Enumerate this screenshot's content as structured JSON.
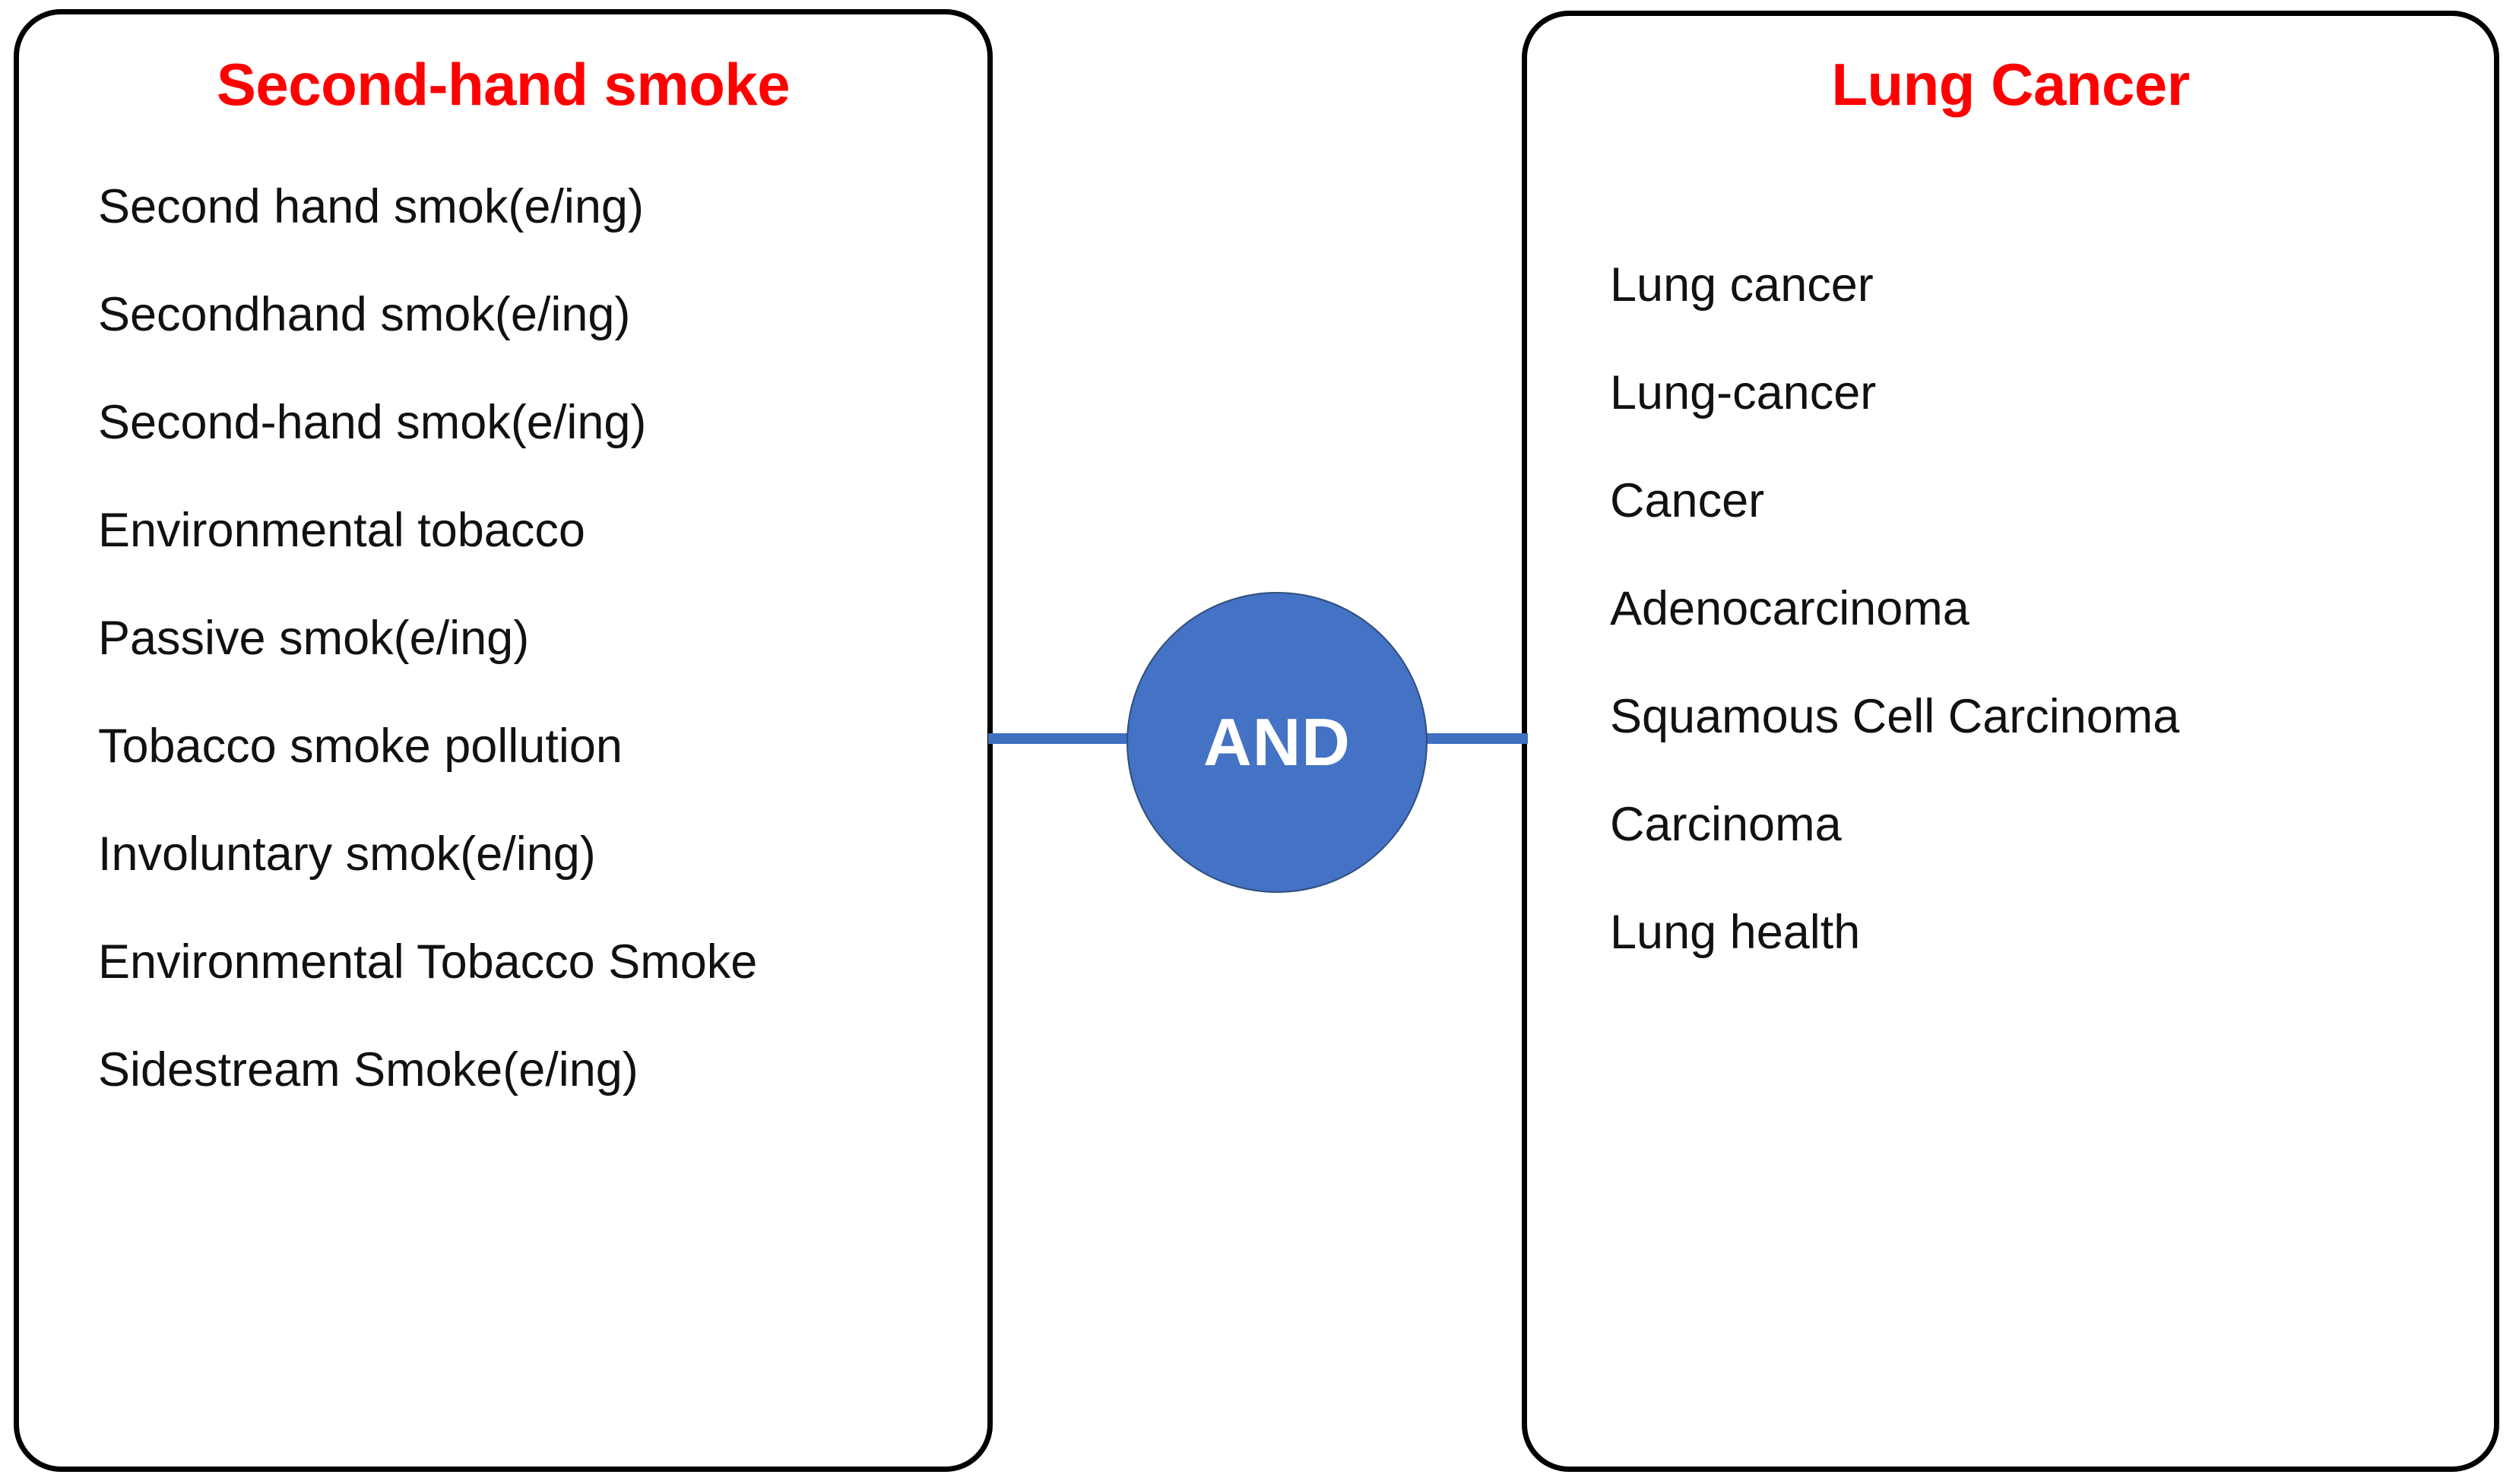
{
  "diagram": {
    "type": "boolean-search-strategy",
    "operator": {
      "label": "AND",
      "shape": "circle",
      "fill_color": "#4472C4",
      "text_color": "#FFFFFF"
    },
    "concept_blocks": [
      {
        "id": "second-hand-smoke",
        "title": "Second-hand smoke",
        "title_color": "#FF0000",
        "terms": [
          "Second hand smok(e/ing)",
          "Secondhand smok(e/ing)",
          "Second-hand smok(e/ing)",
          "Environmental tobacco",
          "Passive smok(e/ing)",
          "Tobacco smoke pollution",
          "Involuntary smok(e/ing)",
          "Environmental Tobacco Smoke",
          "Sidestream Smoke(e/ing)"
        ]
      },
      {
        "id": "lung-cancer",
        "title": "Lung Cancer",
        "title_color": "#FF0000",
        "terms": [
          "Lung cancer",
          "Lung-cancer",
          "Cancer",
          "Adenocarcinoma",
          "Squamous Cell Carcinoma",
          "Carcinoma",
          "Lung health"
        ]
      }
    ],
    "connector_color": "#3F6FC0",
    "box_border_color": "#000000",
    "background_color": "#FFFFFF"
  }
}
